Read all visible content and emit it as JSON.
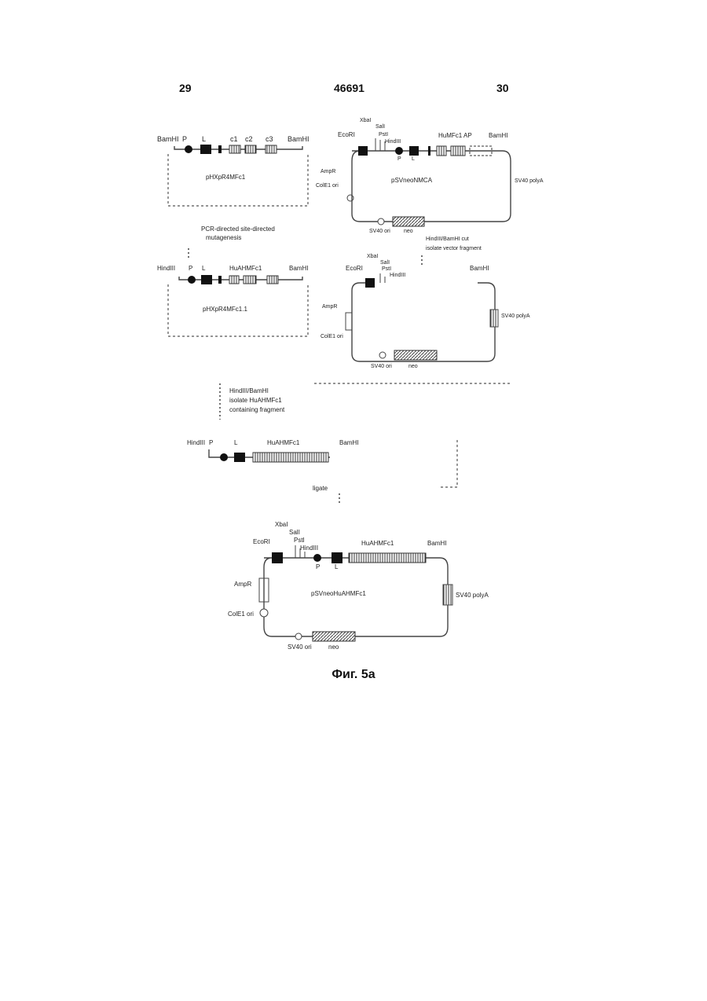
{
  "header": {
    "page_left": "29",
    "patent_number": "46691",
    "page_right": "30"
  },
  "diagram": {
    "panel_a": {
      "sites": [
        "BamHI",
        "P",
        "L",
        "c1",
        "c2",
        "c3",
        "BamHI"
      ],
      "name": "pHXpR4MFc1"
    },
    "panel_b": {
      "sites": [
        "XbaI",
        "SalI",
        "PstI",
        "HindIII",
        "EcoRI",
        "P",
        "L",
        "HuMFc1 AP",
        "BamHI",
        "AmpR",
        "ColE1 ori",
        "SV40 polyA",
        "SV40 ori",
        "neo"
      ],
      "name": "pSVneoNMCA"
    },
    "step1": [
      "PCR-directed site-directed",
      "mutagenesis"
    ],
    "step2": [
      "HindIII/BamHI cut",
      "isolate vector fragment"
    ],
    "panel_c": {
      "sites": [
        "HindIII",
        "P",
        "L",
        "HuAHMFc1",
        "BamHI"
      ],
      "name": "pHXpR4MFc1.1"
    },
    "panel_d": {
      "sites": [
        "XbaI",
        "SalI",
        "PstI",
        "HindIII",
        "EcoRI",
        "BamHI",
        "AmpR",
        "ColE1 ori",
        "SV40 polyA",
        "SV40 ori",
        "neo"
      ]
    },
    "step3": [
      "HindIII/BamHI",
      "isolate HuAHMFc1",
      "containing fragment"
    ],
    "panel_e": {
      "sites": [
        "HindIII",
        "P",
        "L",
        "HuAHMFc1",
        "BamHI"
      ]
    },
    "step4": "ligate",
    "panel_f": {
      "sites": [
        "XbaI",
        "SalI",
        "PstI",
        "HindIII",
        "EcoRI",
        "P",
        "L",
        "HuAHMFc1",
        "BamHI",
        "AmpR",
        "ColE1 ori",
        "SV40 polyA",
        "SV40 ori",
        "neo"
      ],
      "name": "pSVneoHuAHMFc1"
    }
  },
  "caption": "Фиг. 5а"
}
